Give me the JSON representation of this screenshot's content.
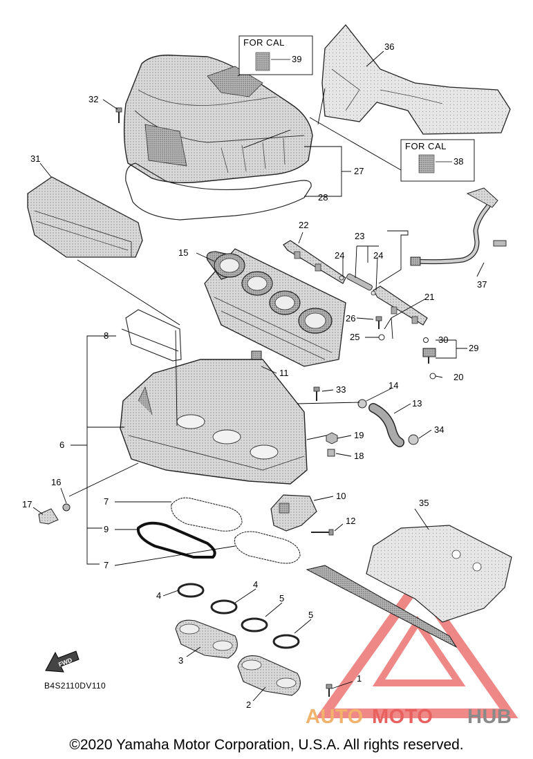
{
  "diagram": {
    "drawing_code": "B4S2110DV110",
    "fwd_label": "FWD",
    "cal_boxes": [
      {
        "title": "FOR CAL",
        "part": "39"
      },
      {
        "title": "FOR CAL",
        "part": "38"
      }
    ],
    "callouts": {
      "p1": "1",
      "p2": "2",
      "p3": "3",
      "p4a": "4",
      "p4b": "4",
      "p5a": "5",
      "p5b": "5",
      "p6": "6",
      "p7a": "7",
      "p7b": "7",
      "p8": "8",
      "p9": "9",
      "p10": "10",
      "p11": "11",
      "p12": "12",
      "p13": "13",
      "p14": "14",
      "p15": "15",
      "p16": "16",
      "p17": "17",
      "p18": "18",
      "p19": "19",
      "p20": "20",
      "p21": "21",
      "p22": "22",
      "p23": "23",
      "p24a": "24",
      "p24b": "24",
      "p25": "25",
      "p26": "26",
      "p27": "27",
      "p28": "28",
      "p29": "29",
      "p30": "30",
      "p31": "31",
      "p32": "32",
      "p33": "33",
      "p34": "34",
      "p35": "35",
      "p36": "36",
      "p37": "37"
    },
    "watermark": {
      "part1": "AUTO",
      "part2": "MOTO",
      "part3": "HUB",
      "color1": "#f2b26b",
      "color2": "#e8615f",
      "color3": "#8a8a8a"
    }
  },
  "footer": {
    "copyright": "©2020 Yamaha Motor Corporation, U.S.A. All rights reserved."
  }
}
